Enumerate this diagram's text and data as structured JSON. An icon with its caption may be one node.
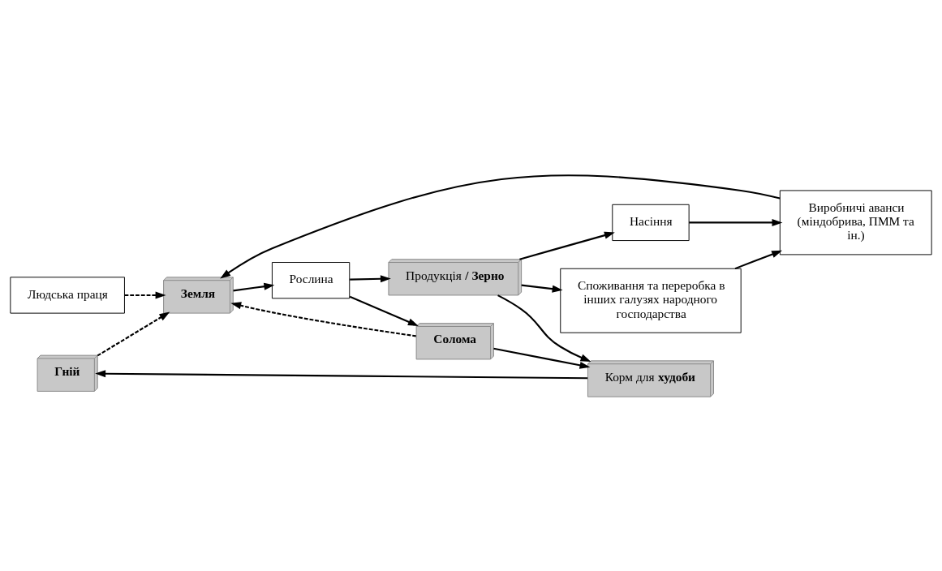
{
  "diagram": {
    "nodes": [
      {
        "text": [
          "Гній"
        ]
      },
      {
        "text": [
          "Солома"
        ]
      },
      {
        "text": [
          "Корм для **худоби**"
        ]
      },
      {
        "text": [
          "Земля"
        ]
      },
      {
        "text": [
          "Рослина"
        ]
      },
      {
        "text": [
          "Продукція **/ Зерно**"
        ]
      },
      {
        "text": [
          "Насіння"
        ]
      },
      {
        "text": [
          "Споживання та переробка в інших галузях народного господарства"
        ]
      },
      {
        "text": [
          "Людська праця"
        ]
      },
      {
        "text": [
          "Виробничі аванси (міндобрива, ПММ та ін.)"
        ]
      }
    ],
    "edges": [
      {
        "from": 0,
        "to": 3,
        "arrow": "to",
        "style": "dashed"
      },
      {
        "from": 1,
        "to": 3,
        "arrow": "to",
        "style": "dashed"
      },
      {
        "from": 1,
        "to": 2,
        "arrow": "to"
      },
      {
        "from": 2,
        "to": 0,
        "arrow": "to"
      },
      {
        "from": 3,
        "to": 4,
        "arrow": "to"
      },
      {
        "from": 4,
        "to": 1,
        "arrow": "to"
      },
      {
        "from": 4,
        "to": 5,
        "arrow": "to"
      },
      {
        "from": 5,
        "to": 2,
        "arrow": "to"
      },
      {
        "from": 5,
        "to": 6,
        "arrow": "to"
      },
      {
        "from": 5,
        "to": 7,
        "arrow": "to"
      },
      {
        "from": 6,
        "to": 9,
        "arrow": "to"
      },
      {
        "from": 7,
        "to": 9,
        "arrow": "to"
      },
      {
        "from": 9,
        "to": 3,
        "arrow": "to"
      },
      {
        "from": 8,
        "to": 3,
        "arrow": "to",
        "style": "dashed"
      }
    ]
  }
}
